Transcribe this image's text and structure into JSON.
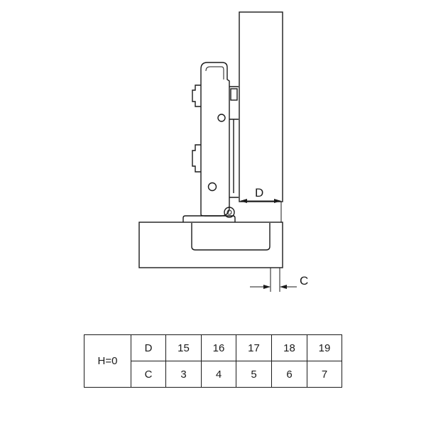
{
  "diagram": {
    "label_d": "D",
    "label_c": "C"
  },
  "table": {
    "h_label": "H=0",
    "rows": [
      {
        "label": "D",
        "values": [
          "15",
          "16",
          "17",
          "18",
          "19"
        ]
      },
      {
        "label": "C",
        "values": [
          "3",
          "4",
          "5",
          "6",
          "7"
        ]
      }
    ]
  }
}
